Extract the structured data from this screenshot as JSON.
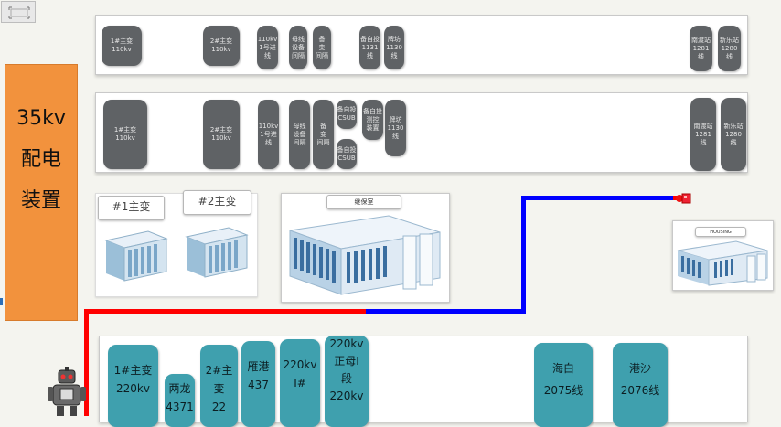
{
  "toolbar": {
    "corner_icon": "fullscreen-icon"
  },
  "side_label": "35kv\n配电\n装置",
  "top_row": [
    "1#主变\n110kv",
    "2#主变\n110kv",
    "110kv\n1号进\n线",
    "母线\n设备\n间隔",
    "备\n变\n间隔",
    "备自投\n1131\n线",
    "牌坊\n1130\n线",
    "南渡站\n1281\n线",
    "新乐站\n1280\n线"
  ],
  "mid_row": [
    "1#主变\n110kv",
    "2#主变\n110kv",
    "110kv\n1号进\n线",
    "母线\n设备\n间隔",
    "备\n变\n间隔",
    "备自投\nCSUB",
    "备自投\n测控\n装置",
    "牌坊\n1130\n线",
    "备自投\nCSUB",
    "南渡站\n1281\n线",
    "新乐站\n1280\n线"
  ],
  "transformer_labels": [
    "#1主变",
    "#2主变"
  ],
  "building_label": "继保室",
  "remote_label": "HOUSING",
  "bottom_row": [
    "1#主变\n220kv",
    "两龙\n4371",
    "2#主变\n22",
    "雁港\n437",
    "220kv\nⅠ#",
    "220kv\n正母Ⅰ\n段\n220kv",
    "海白\n2075线",
    "港沙\n2076线"
  ],
  "colors": {
    "side": "#f2923d",
    "tile": "#5f6265",
    "teal": "#3fa0ae",
    "wire_red": "#ff0000",
    "wire_blue": "#0000ff"
  },
  "icons": {
    "robot": "robot-icon",
    "node": "connector-node-icon"
  }
}
